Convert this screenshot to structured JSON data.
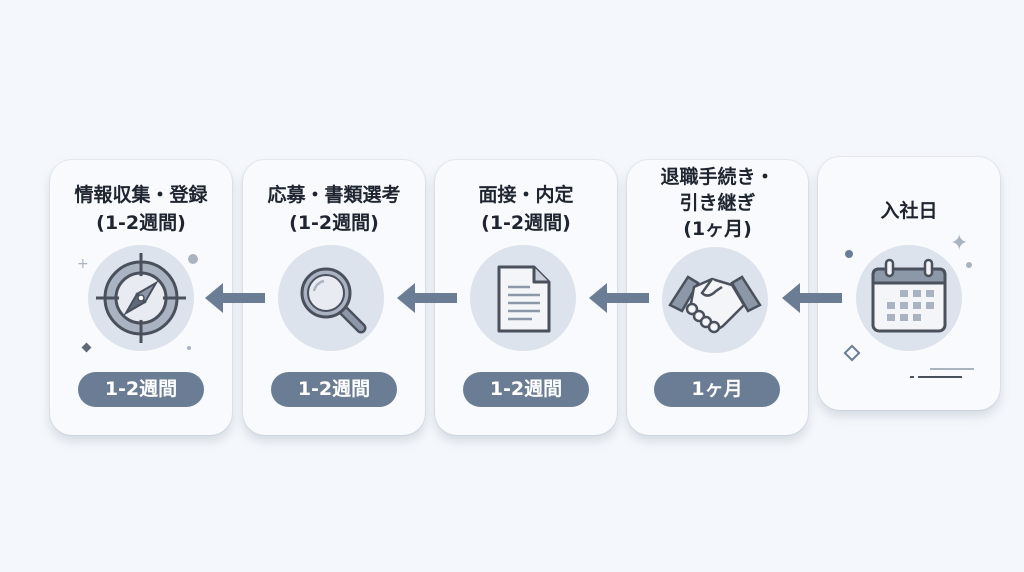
{
  "steps": [
    {
      "title_lines": [
        "情報収集・登録",
        "(1-2週間)"
      ],
      "badge": "1-2週間",
      "icon": "compass-icon"
    },
    {
      "title_lines": [
        "応募・書類選考",
        "(1-2週間)"
      ],
      "badge": "1-2週間",
      "icon": "magnifier-icon"
    },
    {
      "title_lines": [
        "面接・内定",
        "(1-2週間)"
      ],
      "badge": "1-2週間",
      "icon": "document-icon"
    },
    {
      "title_lines": [
        "退職手続き・",
        "引き継ぎ",
        "(1ヶ月)"
      ],
      "badge": "1ヶ月",
      "icon": "handshake-icon"
    },
    {
      "title_lines": [
        "入社日"
      ],
      "icon": "calendar-icon"
    }
  ],
  "colors": {
    "accent": "#6b7d94",
    "circle": "#dde3ec",
    "text": "#1f2530"
  }
}
